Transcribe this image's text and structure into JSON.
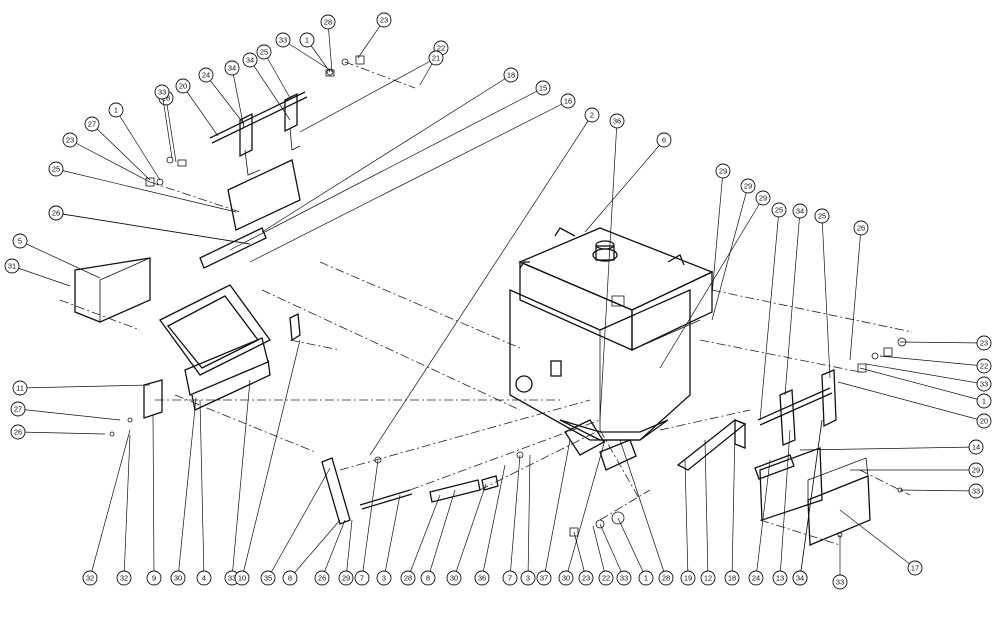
{
  "callouts": [
    "28",
    "23",
    "33",
    "1",
    "22",
    "25",
    "21",
    "34",
    "34",
    "18",
    "24",
    "15",
    "28",
    "20",
    "33",
    "16",
    "1",
    "27",
    "2",
    "36",
    "23",
    "25",
    "6",
    "29",
    "29",
    "29",
    "19",
    "26",
    "5",
    "31",
    "25",
    "34",
    "25",
    "26",
    "23",
    "22",
    "33",
    "1",
    "20",
    "11",
    "27",
    "26",
    "14",
    "29",
    "33",
    "17",
    "33",
    "32",
    "32",
    "9",
    "30",
    "4",
    "33",
    "10",
    "35",
    "8",
    "26",
    "29",
    "7",
    "3",
    "28",
    "8",
    "30",
    "36",
    "7",
    "3",
    "37",
    "30",
    "23",
    "22",
    "33",
    "1",
    "28",
    "19",
    "12",
    "18",
    "24",
    "13",
    "25",
    "34"
  ]
}
